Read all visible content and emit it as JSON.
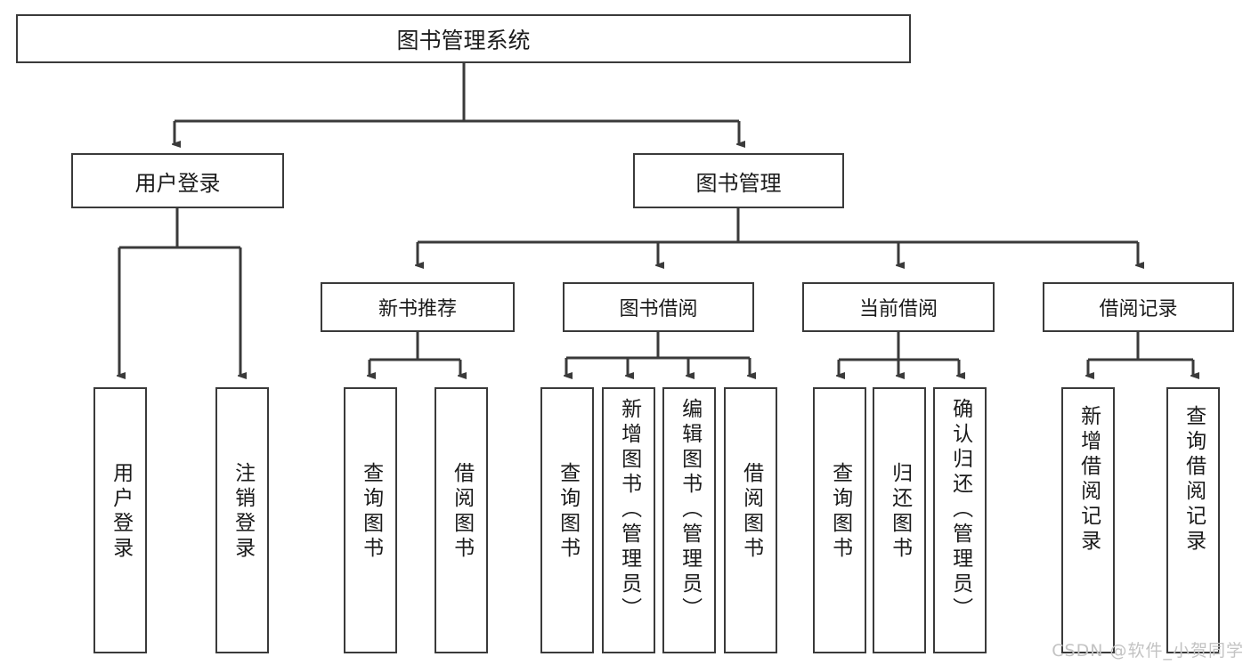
{
  "diagram": {
    "title": "图书管理系统",
    "root": {
      "label": "图书管理系统"
    },
    "level2": [
      {
        "label": "用户登录"
      },
      {
        "label": "图书管理"
      }
    ],
    "level3": [
      {
        "label": "新书推荐"
      },
      {
        "label": "图书借阅"
      },
      {
        "label": "当前借阅"
      },
      {
        "label": "借阅记录"
      }
    ],
    "leaves": {
      "user_login": [
        {
          "label": "用户登录"
        },
        {
          "label": "注销登录"
        }
      ],
      "new_book_recommend": [
        {
          "label": "查询图书"
        },
        {
          "label": "借阅图书"
        }
      ],
      "book_borrow": [
        {
          "label": "查询图书"
        },
        {
          "label": "新增图书（管理员）"
        },
        {
          "label": "编辑图书（管理员）"
        },
        {
          "label": "借阅图书"
        }
      ],
      "current_borrow": [
        {
          "label": "查询图书"
        },
        {
          "label": "归还图书"
        },
        {
          "label": "确认归还（管理员）"
        }
      ],
      "borrow_record": [
        {
          "label": "新增借阅记录"
        },
        {
          "label": "查询借阅记录"
        }
      ]
    }
  },
  "watermark": {
    "text": "CSDN @软件_小贺同学"
  },
  "colors": {
    "stroke": "#3a3a3a",
    "text": "#1b1b1b",
    "background": "#ffffff",
    "watermark": "#c3c3c3"
  }
}
